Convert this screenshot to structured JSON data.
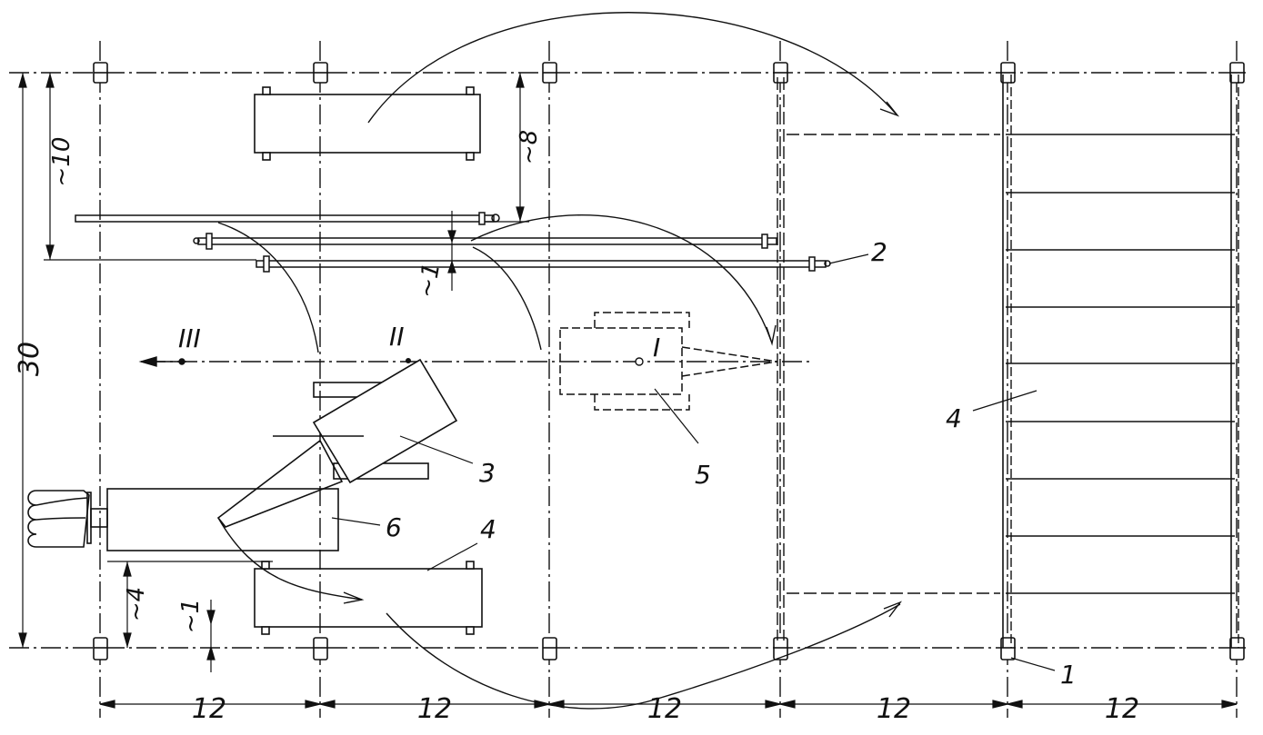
{
  "dimensions": {
    "total_height": "30",
    "left_offset": "~10",
    "crane_offset": "~8",
    "rail_gap": "~1",
    "bottom_gap": "~1",
    "bottom_offset": "~4",
    "spans": [
      "12",
      "12",
      "12",
      "12",
      "12"
    ]
  },
  "positions": {
    "p1": "I",
    "p2": "II",
    "p3": "III"
  },
  "callouts": {
    "c1": "1",
    "c2": "2",
    "c3": "3",
    "c4_right": "4",
    "c4_bottom": "4",
    "c5": "5",
    "c6": "6"
  }
}
